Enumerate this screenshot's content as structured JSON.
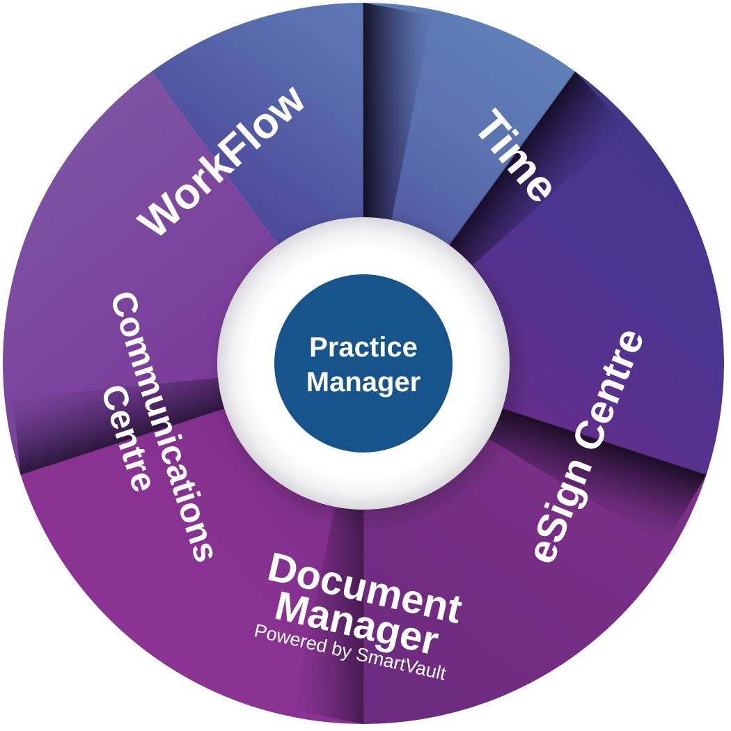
{
  "diagram": {
    "title": "Practice Manager product wheel",
    "type": "radial-segment-wheel",
    "background_color": "#ffffff",
    "segment_count": 5
  },
  "hub": {
    "line1": "Practice",
    "line2": "Manager",
    "fill_color": "#18548C",
    "ring_color": "#ffffff"
  },
  "segments": [
    {
      "id": "time",
      "label": "Time",
      "sublabel": "",
      "start_angle": -36,
      "end_angle": 36,
      "gradient_from": "#5F82B8",
      "gradient_to": "#4B3E92",
      "label_rotation": 50,
      "label_radius": 350,
      "label_angle": 0,
      "font_size": 64
    },
    {
      "id": "esign-centre",
      "label": "eSign Centre",
      "sublabel": "",
      "start_angle": 36,
      "end_angle": 108,
      "gradient_from": "#463A8C",
      "gradient_to": "#6C2E87",
      "label_rotation": 122,
      "label_radius": 368,
      "label_angle": 72,
      "font_size": 58
    },
    {
      "id": "document-manager",
      "label": "Document",
      "label2": "Manager",
      "sublabel": "Powered by SmartVault",
      "start_angle": 108,
      "end_angle": 180,
      "gradient_from": "#7B2E88",
      "gradient_to": "#6E2B80",
      "label_rotation": 194,
      "label_radius": 350,
      "label_angle": 144,
      "font_size": 56
    },
    {
      "id": "communications-centre",
      "label": "Communications",
      "label2": "Centre",
      "sublabel": "",
      "start_angle": 180,
      "end_angle": 252,
      "gradient_from": "#8B3190",
      "gradient_to": "#7A2E88",
      "label_rotation": 266,
      "label_radius": 330,
      "label_angle": 216,
      "font_size": 50
    },
    {
      "id": "workflow",
      "label": "WorkFlow",
      "sublabel": "",
      "start_angle": 252,
      "end_angle": 324,
      "gradient_from": "#7D4EA0",
      "gradient_to": "#7B3190",
      "label_rotation": 338,
      "label_radius": 350,
      "label_angle": 288,
      "font_size": 60
    }
  ],
  "colors": {
    "blue_accent": "#18548C",
    "light_blue": "#5F82B8",
    "indigo": "#463A8C",
    "violet": "#6C2E87",
    "purple": "#8B3190",
    "mid_purple": "#7D4EA0",
    "white": "#ffffff",
    "shadow": "#120B22"
  }
}
